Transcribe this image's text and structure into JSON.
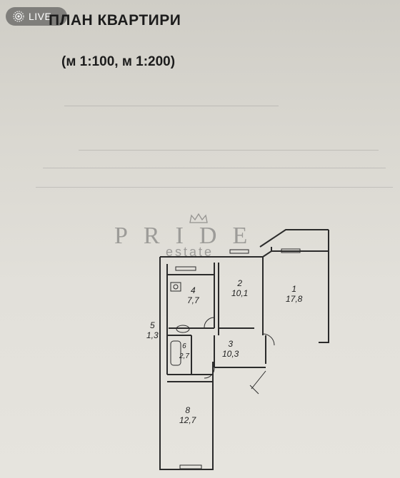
{
  "badge": {
    "label": "LIVE"
  },
  "header": {
    "title": "ПЛАН КВАРТИРИ",
    "scale": "(м 1:100, м 1:200)"
  },
  "watermark": {
    "main": "PRIDE",
    "sub": "estate"
  },
  "rooms": [
    {
      "number": "1",
      "area": "17,8"
    },
    {
      "number": "2",
      "area": "10,1"
    },
    {
      "number": "3",
      "area": "10,3"
    },
    {
      "number": "4",
      "area": "7,7"
    },
    {
      "number": "5",
      "area": "1,3"
    },
    {
      "number": "6",
      "area": "2,7"
    },
    {
      "number": "8",
      "area": "12,7"
    }
  ]
}
